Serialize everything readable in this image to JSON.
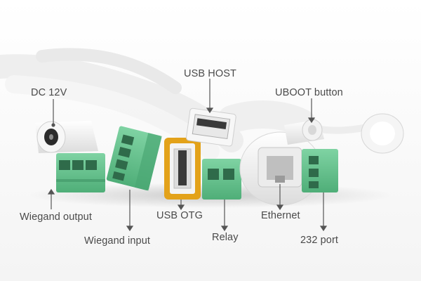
{
  "labels": {
    "dc_12v": "DC 12V",
    "usb_host": "USB HOST",
    "uboot_button": "UBOOT button",
    "wiegand_output": "Wiegand output",
    "wiegand_input": "Wiegand input",
    "usb_otg": "USB OTG",
    "relay": "Relay",
    "ethernet": "Ethernet",
    "port_232": "232 port"
  },
  "colors": {
    "terminal_green": "#5fbf8a",
    "usb_otg_frame": "#e3a21a",
    "cable_white": "#f2f2f2",
    "label_text": "#4a4a4a",
    "callout_line": "#555555"
  }
}
